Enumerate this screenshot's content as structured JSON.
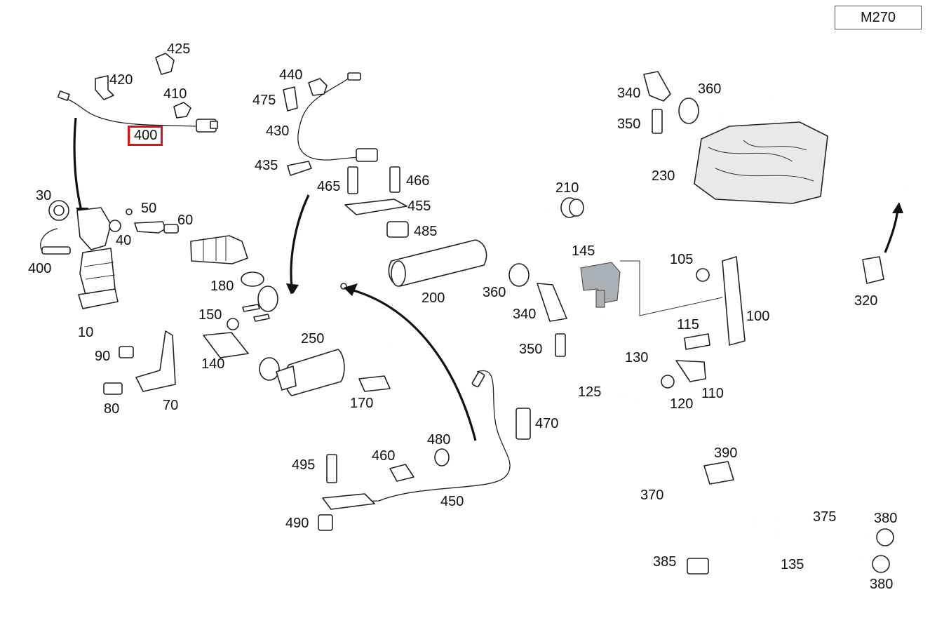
{
  "model_code": "M270",
  "selected_part": "400",
  "selection_color": "#e0101a",
  "labels": [
    "425",
    "420",
    "410",
    "400",
    "30",
    "50",
    "60",
    "40",
    "400",
    "10",
    "440",
    "475",
    "430",
    "435",
    "465",
    "466",
    "455",
    "485",
    "180",
    "150",
    "140",
    "250",
    "170",
    "90",
    "80",
    "70",
    "200",
    "210",
    "230",
    "340",
    "360",
    "350",
    "145",
    "105",
    "100",
    "115",
    "110",
    "120",
    "130",
    "125",
    "360",
    "340",
    "350",
    "470",
    "480",
    "460",
    "495",
    "450",
    "490",
    "390",
    "370",
    "375",
    "380",
    "135",
    "385",
    "380",
    "320"
  ]
}
